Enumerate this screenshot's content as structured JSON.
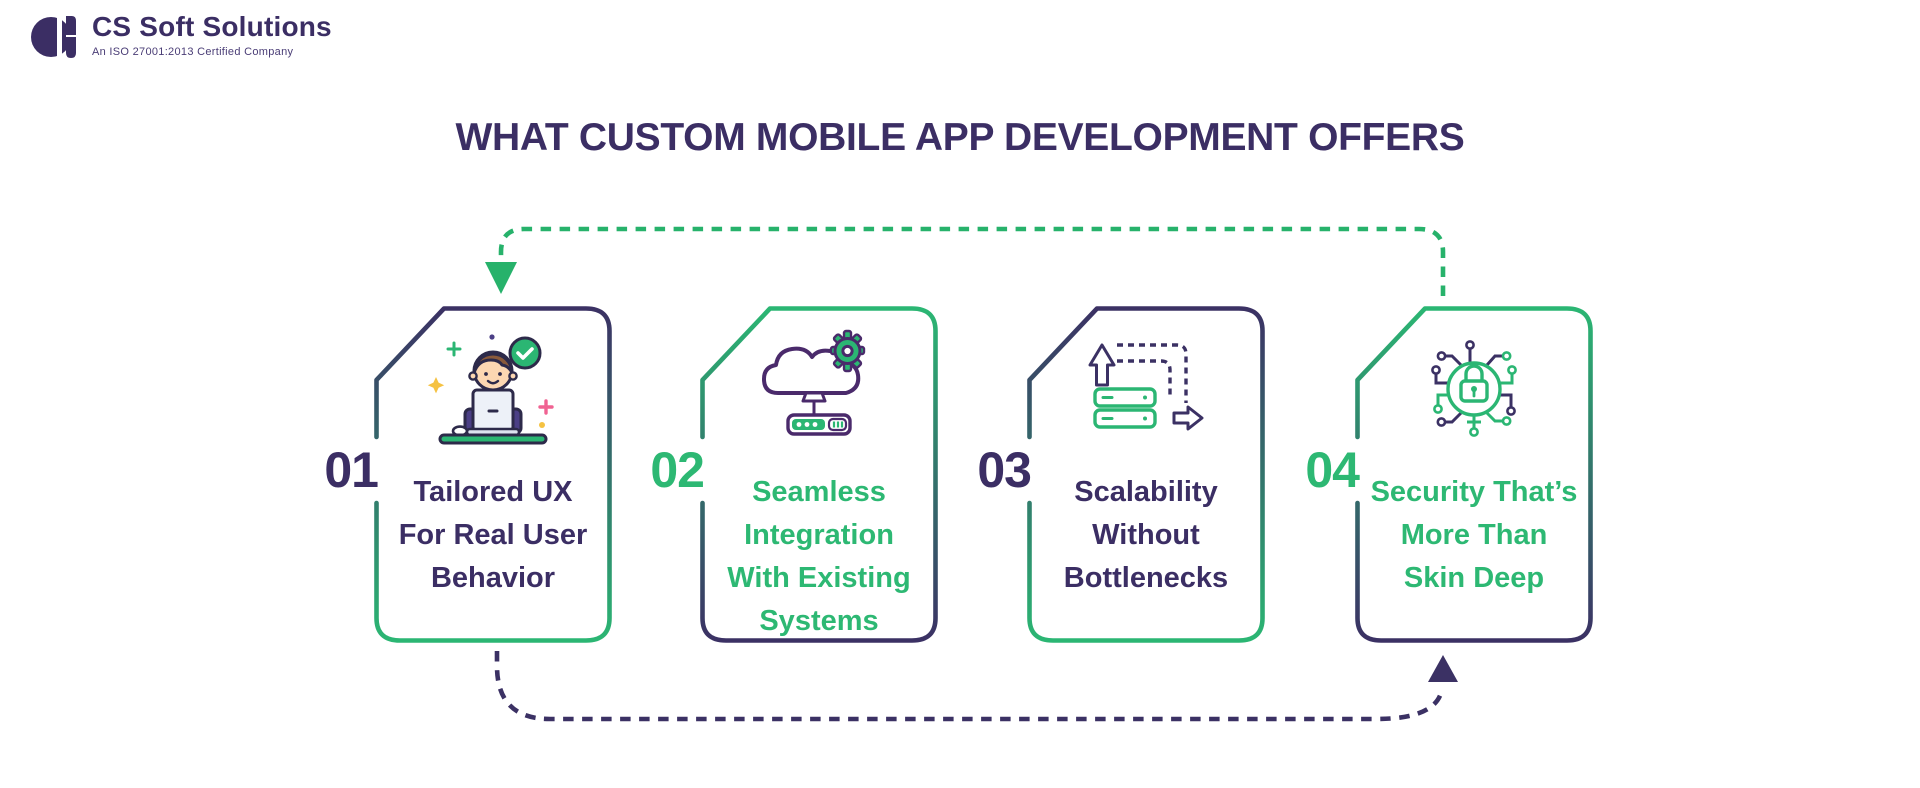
{
  "logo": {
    "name": "CS Soft Solutions",
    "tagline": "An ISO 27001:2013 Certified Company"
  },
  "title": "WHAT CUSTOM MOBILE APP DEVELOPMENT OFFERS",
  "colors": {
    "purple": "#3b2e64",
    "green": "#2bb673",
    "green_text": "#2db873"
  },
  "connectors": {
    "top": {
      "color": "#27b26b",
      "style": "dashed",
      "from": "card-04-top",
      "to": "card-01-top",
      "arrow": "down"
    },
    "bottom": {
      "color": "#3b2e64",
      "style": "dashed",
      "from": "card-01-bottom",
      "to": "card-04-bottom",
      "arrow": "up"
    }
  },
  "cards": [
    {
      "number": "01",
      "label": "Tailored UX\nFor Real User\nBehavior",
      "accent": "#3b2e64",
      "icon": "person-laptop-check-icon",
      "border_gradient": "purple-to-green"
    },
    {
      "number": "02",
      "label": "Seamless\nIntegration\nWith Existing\nSystems",
      "accent": "#2db873",
      "icon": "cloud-gear-server-icon",
      "border_gradient": "green-to-purple"
    },
    {
      "number": "03",
      "label": "Scalability\nWithout\nBottlenecks",
      "accent": "#3b2e64",
      "icon": "servers-scale-arrows-icon",
      "border_gradient": "purple-to-green"
    },
    {
      "number": "04",
      "label": "Security That’s\nMore Than\nSkin Deep",
      "accent": "#2db873",
      "icon": "circuit-lock-icon",
      "border_gradient": "green-to-purple"
    }
  ]
}
